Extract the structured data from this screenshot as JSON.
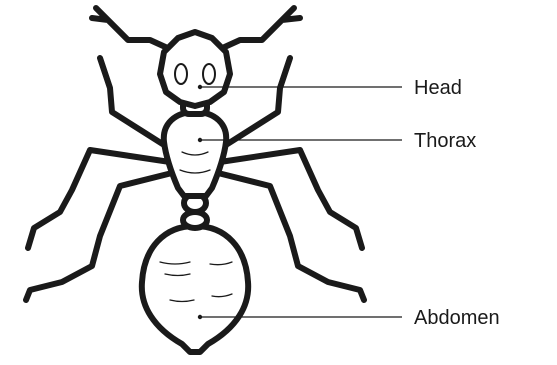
{
  "diagram": {
    "labels": {
      "head": "Head",
      "thorax": "Thorax",
      "abdomen": "Abdomen"
    },
    "colors": {
      "stroke": "#1a1a1a",
      "fill": "#ffffff"
    }
  }
}
